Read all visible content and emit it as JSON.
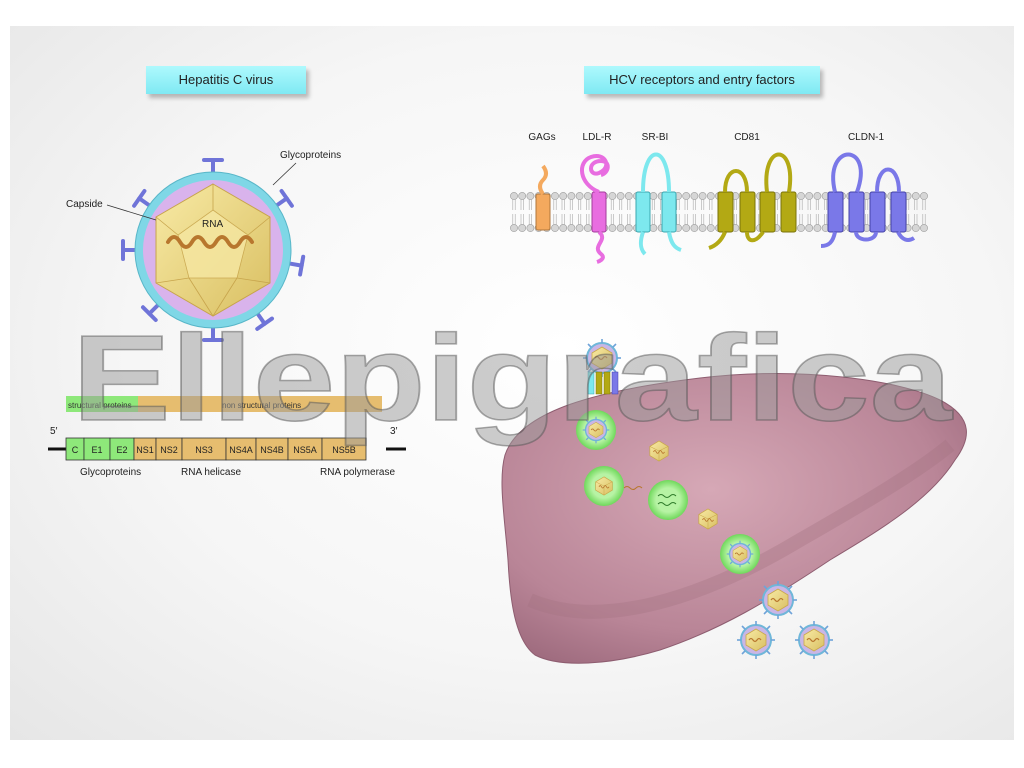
{
  "titles": {
    "virus": "Hepatitis C virus",
    "receptors": "HCV receptors and entry factors"
  },
  "virion_labels": {
    "glycoproteins": "Glycoproteins",
    "capside": "Capside",
    "rna": "RNA"
  },
  "receptors": [
    {
      "name": "GAGs",
      "color": "#f4a95e"
    },
    {
      "name": "LDL-R",
      "color": "#e86de0"
    },
    {
      "name": "SR-BI",
      "color": "#7de8ee"
    },
    {
      "name": "CD81",
      "color": "#b3a914"
    },
    {
      "name": "CLDN-1",
      "color": "#7a78e8"
    }
  ],
  "genome": {
    "bar_labels": {
      "structural": "structural proteins",
      "nonstructural": "non structural proteins"
    },
    "end_5": "5′",
    "end_3": "3′",
    "segments": [
      {
        "label": "C",
        "type": "structural"
      },
      {
        "label": "E1",
        "type": "structural"
      },
      {
        "label": "E2",
        "type": "structural"
      },
      {
        "label": "NS1",
        "type": "nonstructural"
      },
      {
        "label": "NS2",
        "type": "nonstructural"
      },
      {
        "label": "NS3",
        "type": "nonstructural"
      },
      {
        "label": "NS4A",
        "type": "nonstructural"
      },
      {
        "label": "NS4B",
        "type": "nonstructural"
      },
      {
        "label": "NS5A",
        "type": "nonstructural"
      },
      {
        "label": "NS5B",
        "type": "nonstructural"
      }
    ],
    "bottom_labels": {
      "glycoproteins": "Glycoproteins",
      "rna_helicase": "RNA helicase",
      "rna_polymerase": "RNA polymerase"
    }
  },
  "watermark": "Ellepigrafica",
  "colors": {
    "title_bg": "#8ff0f7",
    "structural": "#8ee87a",
    "nonstructural": "#e6bd6f",
    "liver": "#c08a9a",
    "capsid": "#f0dc8a",
    "envelope": "#7fd7e6",
    "glycoprotein": "#6f74d8",
    "endosome": "#8ee87a"
  }
}
